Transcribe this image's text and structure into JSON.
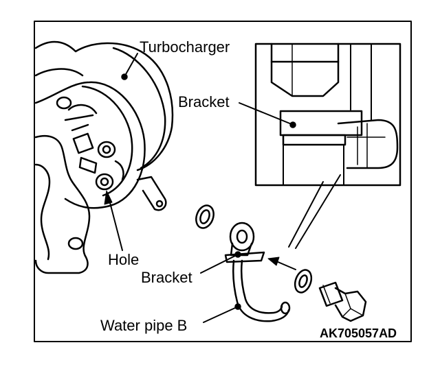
{
  "labels": {
    "turbocharger": "Turbocharger",
    "bracket_top": "Bracket",
    "hole": "Hole",
    "bracket_bottom": "Bracket",
    "water_pipe": "Water pipe B",
    "figure_code": "AK705057AD"
  },
  "colors": {
    "ink": "#000000",
    "paper": "#ffffff"
  }
}
